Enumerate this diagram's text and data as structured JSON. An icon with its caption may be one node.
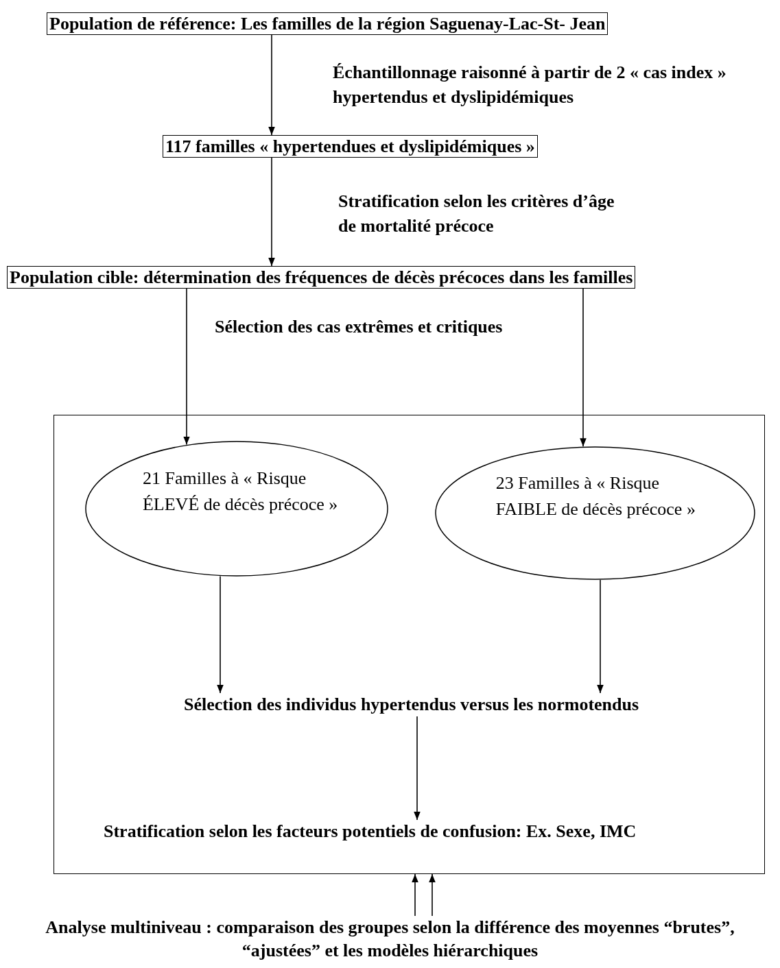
{
  "diagram": {
    "nodes": [
      {
        "text": [
          "Population de référence: Les familles de la région Saguenay-Lac-St- Jean"
        ]
      },
      {
        "text": [
          "117 familles « hypertendues et dyslipidémiques »"
        ]
      },
      {
        "text": [
          "Population cible: détermination des fréquences de décès précoces dans les familles"
        ]
      },
      {
        "text": [],
        "shape": "box"
      },
      {
        "text": [
          "21 Familles à « Risque ÉLEVÉ de décès précoce »"
        ],
        "in": 3
      },
      {
        "text": [
          "23 Familles à « Risque FAIBLE de décès précoce »"
        ],
        "in": 3
      },
      {
        "text": [
          "Sélection des individus hypertendus versus les normotendus"
        ],
        "in": 3
      },
      {
        "text": [
          "Stratification selon les facteurs potentiels de confusion: Ex. Sexe, IMC"
        ],
        "in": 3
      },
      {
        "text": [
          "Analyse multiniveau : comparaison des groupes selon la différence des moyennes “brutes”, “ajustées” et les modèles hiérarchiques"
        ]
      }
    ],
    "edges": [
      {
        "from": 0,
        "to": 1,
        "arrow": "to",
        "label": "Échantillonnage raisonné à partir de 2 « cas index » hypertendus et dyslipidémiques"
      },
      {
        "from": 1,
        "to": 2,
        "arrow": "to",
        "label": "Stratification selon les critères d’âge de mortalité précoce"
      },
      {
        "from": 2,
        "to": 4,
        "arrow": "to"
      },
      {
        "from": 2,
        "to": 5,
        "arrow": "to"
      },
      {
        "from": 4,
        "to": 6,
        "arrow": "to"
      },
      {
        "from": 5,
        "to": 6,
        "arrow": "to"
      },
      {
        "from": 6,
        "to": 7,
        "arrow": "to"
      },
      {
        "from": 8,
        "to": 3,
        "arrow": "to"
      },
      {
        "from": 8,
        "to": 3,
        "arrow": "to"
      }
    ],
    "labels": [
      "Sélection des cas extrêmes et critiques"
    ]
  }
}
